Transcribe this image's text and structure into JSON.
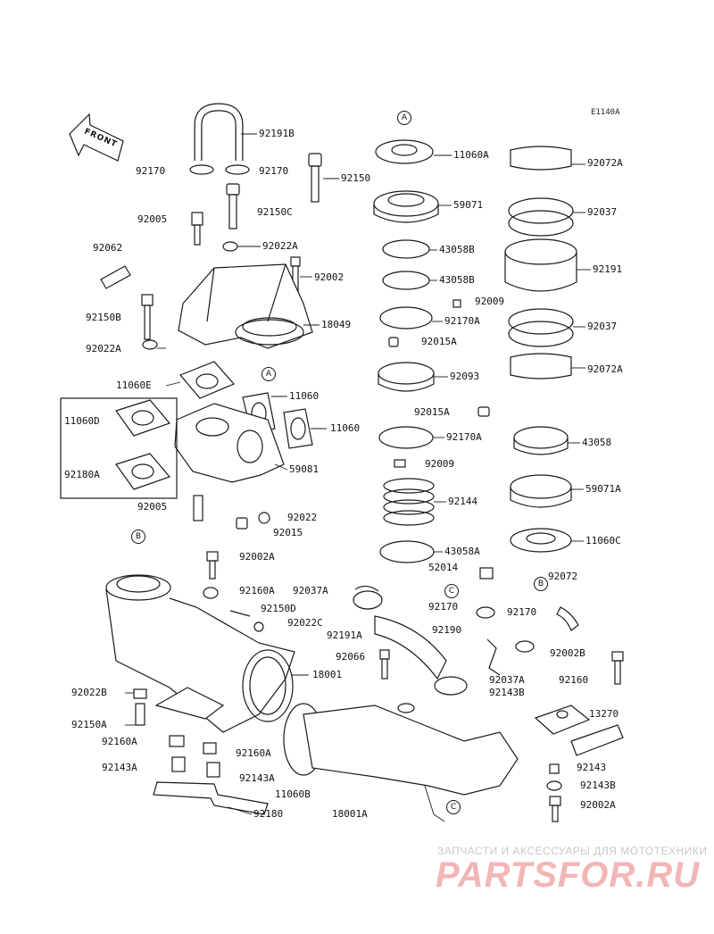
{
  "drawing_code": "E1140A",
  "front_label": "FRONT",
  "callouts": {
    "a": "A",
    "b": "B",
    "c": "C"
  },
  "parts": {
    "p92191B": "92191B",
    "p92170_l": "92170",
    "p92170_r": "92170",
    "p92150": "92150",
    "p92150C": "92150C",
    "p92005_t": "92005",
    "p92022A": "92022A",
    "p92062": "92062",
    "p92002": "92002",
    "p92150B": "92150B",
    "p18049": "18049",
    "p92022A_l": "92022A",
    "p11060E": "11060E",
    "p11060_1": "11060",
    "p11060D": "11060D",
    "p11060_2": "11060",
    "p59081": "59081",
    "p92180A": "92180A",
    "p92005_b": "92005",
    "p92022": "92022",
    "p92015": "92015",
    "p11060A": "11060A",
    "p59071": "59071",
    "p43058B_1": "43058B",
    "p43058B_2": "43058B",
    "p92009_a": "92009",
    "p92170A_1": "92170A",
    "p92015A_1": "92015A",
    "p92093": "92093",
    "p92015A_2": "92015A",
    "p92170A_2": "92170A",
    "p92009_b": "92009",
    "p92144": "92144",
    "p43058A": "43058A",
    "p52014": "52014",
    "p92072A_1": "92072A",
    "p92037_1": "92037",
    "p92191": "92191",
    "p92037_2": "92037",
    "p92072A_2": "92072A",
    "p43058": "43058",
    "p59071A": "59071A",
    "p11060C": "11060C",
    "p92072": "92072",
    "p92002A": "92002A",
    "p92160A": "92160A",
    "p92037A": "92037A",
    "p92150D": "92150D",
    "p92022C": "92022C",
    "p92170_m": "92170",
    "p92170_m2": "92170",
    "p92191A": "92191A",
    "p92190": "92190",
    "p18001": "18001",
    "p92066": "92066",
    "p92002B": "92002B",
    "p92022B": "92022B",
    "p92037A_2": "92037A",
    "p92160": "92160",
    "p92143B": "92143B",
    "p13270": "13270",
    "p92150A": "92150A",
    "p92160A_2": "92160A",
    "p92160A_3": "92160A",
    "p92143A": "92143A",
    "p92143A_2": "92143A",
    "p92143": "92143",
    "p11060B": "11060B",
    "p92143B_2": "92143B",
    "p92180": "92180",
    "p18001A": "18001A",
    "p92002A_2": "92002A"
  },
  "watermark": {
    "tagline": "ЗАПЧАСТИ И АКСЕССУАРЫ ДЛЯ МОТОТЕХНИКИ",
    "logo": "PARTSFOR.RU"
  }
}
